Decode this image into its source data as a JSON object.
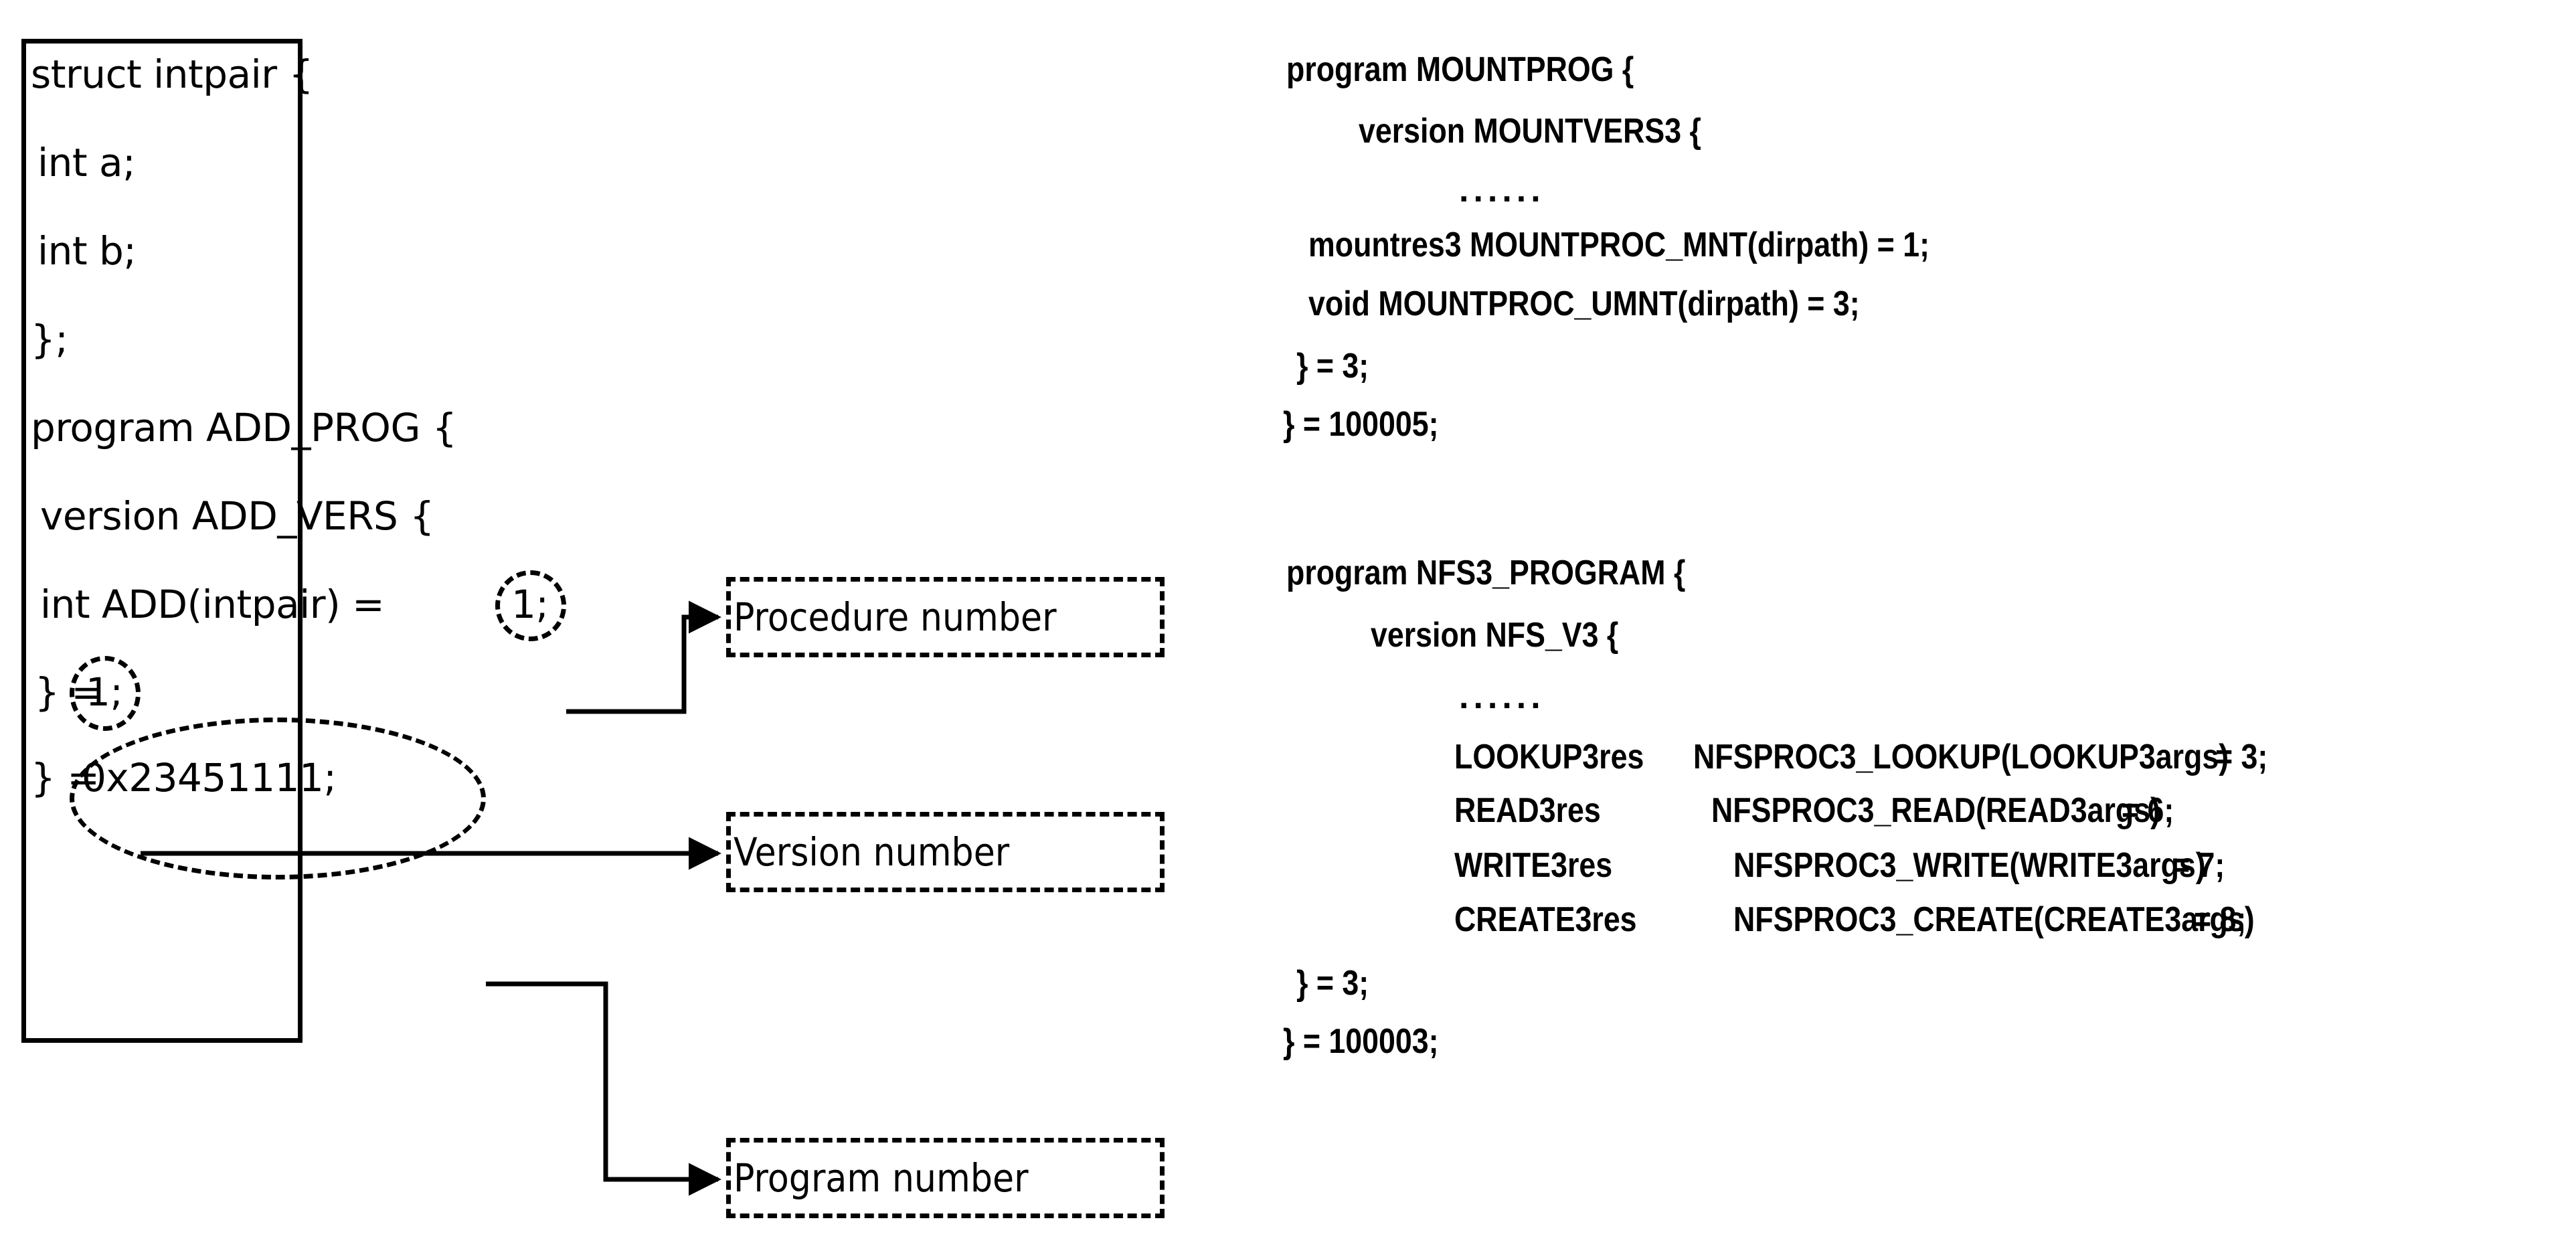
{
  "left_panel": {
    "name": "rpc-idl-example-box",
    "lines": [
      "struct intpair {",
      "  int a;",
      "  int b;",
      "};",
      "program ADD_PROG {",
      "  version ADD_VERS {",
      "   int ADD(intpair) = 1;",
      "  } = 1;",
      "} = 0x23451111;"
    ],
    "highlighted_values": {
      "procedure_number": "1;",
      "version_number": "1;",
      "program_number": "0x23451111;"
    }
  },
  "callouts": [
    {
      "id": "procedure-number",
      "label": "Procedure number"
    },
    {
      "id": "version-number",
      "label": "Version number"
    },
    {
      "id": "program-number",
      "label": "Program number"
    }
  ],
  "right_panel": {
    "mount_program": {
      "lines": [
        "program MOUNTPROG {",
        "    version MOUNTVERS3 {",
        "......",
        "  mountres3 MOUNTPROC_MNT(dirpath) = 1;",
        "  void MOUNTPROC_UMNT(dirpath) = 3;",
        " } = 3;",
        "} = 100005;"
      ],
      "program_number": "100005",
      "version_number": "3",
      "procedures": [
        {
          "result": "mountres3",
          "name": "MOUNTPROC_MNT",
          "args": "dirpath",
          "number": "1"
        },
        {
          "result": "void",
          "name": "MOUNTPROC_UMNT",
          "args": "dirpath",
          "number": "3"
        }
      ]
    },
    "nfs_program": {
      "lines": [
        "program NFS3_PROGRAM {",
        "    version NFS_V3 {",
        "......",
        "LOOKUP3res  NFSPROC3_LOOKUP(LOOKUP3args)   = 3;",
        "READ3res    NFSPROC3_READ(READ3args)  = 6;",
        "WRITE3res     NFSPROC3_WRITE(WRITE3args) = 7;",
        "CREATE3res    NFSPROC3_CREATE(CREATE3args) = 8;",
        " } = 3;",
        "} = 100003;"
      ],
      "program_number": "100003",
      "version_number": "3",
      "procedures": [
        {
          "result": "LOOKUP3res",
          "name": "NFSPROC3_LOOKUP",
          "args": "LOOKUP3args",
          "number": "3"
        },
        {
          "result": "READ3res",
          "name": "NFSPROC3_READ",
          "args": "READ3args",
          "number": "6"
        },
        {
          "result": "WRITE3res",
          "name": "NFSPROC3_WRITE",
          "args": "WRITE3args",
          "number": "7"
        },
        {
          "result": "CREATE3res",
          "name": "NFSPROC3_CREATE",
          "args": "CREATE3args",
          "number": "8"
        }
      ]
    },
    "mount_text": {
      "l0": "program MOUNTPROG {",
      "l1": "version MOUNTVERS3 {",
      "dots": "......",
      "l3": "mountres3 MOUNTPROC_MNT(dirpath) = 1;",
      "l4": "void MOUNTPROC_UMNT(dirpath) = 3;",
      "l5": "} = 3;",
      "l6": "} = 100005;"
    },
    "nfs_text": {
      "l0": "program NFS3_PROGRAM {",
      "l1": "version NFS_V3 {",
      "dots": "......",
      "p0a": "LOOKUP3res",
      "p0b": "NFSPROC3_LOOKUP(LOOKUP3args)",
      "p0c": "= 3;",
      "p1a": "READ3res",
      "p1b": "NFSPROC3_READ(READ3args)",
      "p1c": "= 6;",
      "p2a": "WRITE3res",
      "p2b": "NFSPROC3_WRITE(WRITE3args)",
      "p2c": "= 7;",
      "p3a": "CREATE3res",
      "p3b": "NFSPROC3_CREATE(CREATE3args)",
      "p3c": "= 8;",
      "l7": "} = 3;",
      "l8": "} = 100003;"
    }
  },
  "left_text": {
    "l0": "struct intpair {",
    "l1": "int a;",
    "l2": "int b;",
    "l3": "};",
    "l4": "program ADD_PROG {",
    "l5": "version ADD_VERS {",
    "l6a": "int ADD(intpair) =",
    "l6b": "1;",
    "l7a": "} =",
    "l7b": "1;",
    "l8a": "} =",
    "l8b": "0x23451111;"
  },
  "colors": {
    "ink": "#000000",
    "paper": "#ffffff"
  }
}
